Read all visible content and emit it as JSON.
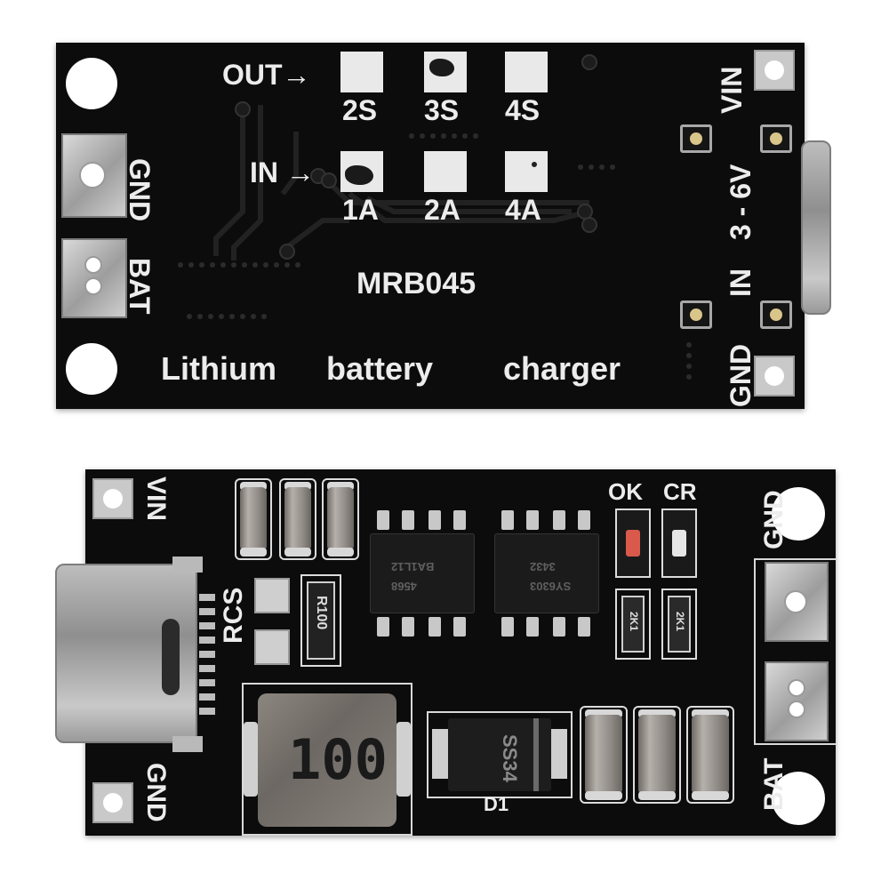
{
  "top_board": {
    "out_label": "OUT→",
    "in_label": "IN →",
    "out_options": [
      "2S",
      "3S",
      "4S"
    ],
    "in_options": [
      "1A",
      "2A",
      "4A"
    ],
    "model": "MRB045",
    "caption": [
      "Lithium",
      "battery",
      "charger"
    ],
    "left_pads": [
      "GND",
      "BAT"
    ],
    "right_labels": {
      "vin": "VIN",
      "range": "3 - 6V",
      "in": "IN",
      "gnd": "GND"
    }
  },
  "bottom_board": {
    "left_labels": {
      "vin": "VIN",
      "gnd": "GND",
      "rcs": "RCS"
    },
    "right_labels": {
      "gnd": "GND",
      "bat": "BAT"
    },
    "led_labels": [
      "OK",
      "CR"
    ],
    "resistor_label": "R100",
    "inductor_label": "100",
    "diode_label": "SS34",
    "diode_ref": "D1",
    "chip1_marking": [
      "4568",
      "BA1L12"
    ],
    "chip2_marking": [
      "3432",
      "SY6303"
    ],
    "small_resistor_marking": "2K1"
  },
  "colors": {
    "pcb": "#0c0c0c",
    "silkscreen": "#ececec",
    "pad": "#e9e9e9"
  }
}
